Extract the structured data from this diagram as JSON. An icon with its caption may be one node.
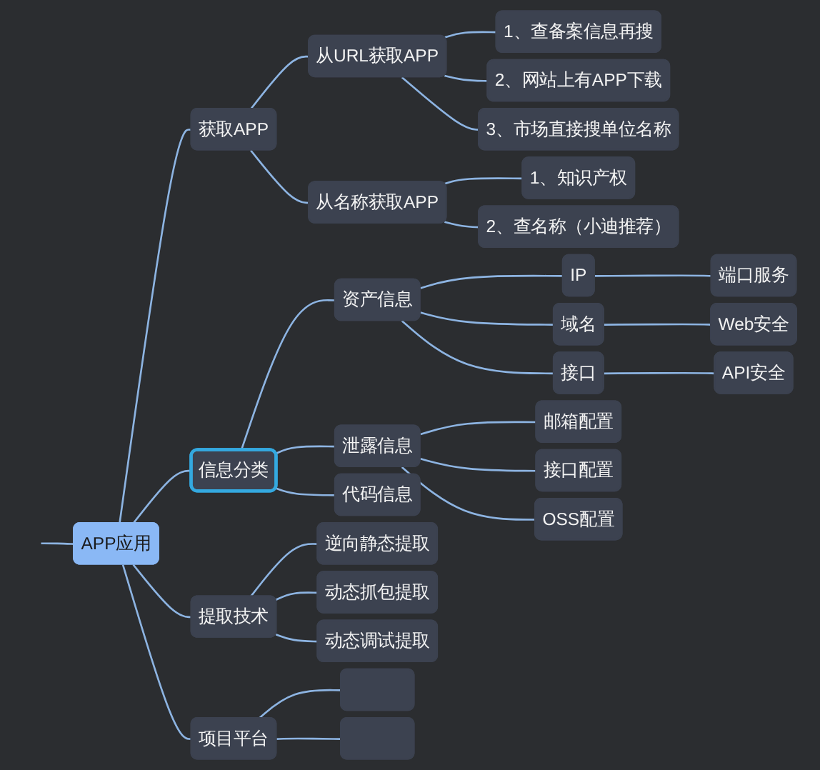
{
  "diagram": {
    "nodes": [
      {
        "text": [
          "APP应用"
        ]
      },
      {
        "text": [
          "获取APP"
        ]
      },
      {
        "text": [
          "从URL获取APP"
        ]
      },
      {
        "text": [
          "1、查备案信息再搜"
        ]
      },
      {
        "text": [
          "2、网站上有APP下载"
        ]
      },
      {
        "text": [
          "3、市场直接搜单位名称"
        ]
      },
      {
        "text": [
          "从名称获取APP"
        ]
      },
      {
        "text": [
          "1、知识产权"
        ]
      },
      {
        "text": [
          "2、查名称（小迪推荐）"
        ]
      },
      {
        "text": [
          "信息分类"
        ]
      },
      {
        "text": [
          "资产信息"
        ]
      },
      {
        "text": [
          "IP"
        ]
      },
      {
        "text": [
          "端口服务"
        ]
      },
      {
        "text": [
          "域名"
        ]
      },
      {
        "text": [
          "Web安全"
        ]
      },
      {
        "text": [
          "接口"
        ]
      },
      {
        "text": [
          "API安全"
        ]
      },
      {
        "text": [
          "泄露信息"
        ]
      },
      {
        "text": [
          "邮箱配置"
        ]
      },
      {
        "text": [
          "接口配置"
        ]
      },
      {
        "text": [
          "OSS配置"
        ]
      },
      {
        "text": [
          "代码信息"
        ]
      },
      {
        "text": [
          "提取技术"
        ]
      },
      {
        "text": [
          "逆向静态提取"
        ]
      },
      {
        "text": [
          "动态抓包提取"
        ]
      },
      {
        "text": [
          "动态调试提取"
        ]
      },
      {
        "text": [
          "项目平台"
        ]
      },
      {
        "text": [],
        "shape": "box"
      },
      {
        "text": [],
        "shape": "box"
      }
    ],
    "edges": [
      {
        "from": null,
        "to": 0,
        "arrow": "none"
      },
      {
        "from": 0,
        "to": 1,
        "arrow": "none"
      },
      {
        "from": 1,
        "to": 2,
        "arrow": "none"
      },
      {
        "from": 2,
        "to": 3,
        "arrow": "none"
      },
      {
        "from": 2,
        "to": 4,
        "arrow": "none"
      },
      {
        "from": 2,
        "to": 5,
        "arrow": "none"
      },
      {
        "from": 1,
        "to": 6,
        "arrow": "none"
      },
      {
        "from": 6,
        "to": 7,
        "arrow": "none"
      },
      {
        "from": 6,
        "to": 8,
        "arrow": "none"
      },
      {
        "from": 0,
        "to": 9,
        "arrow": "none"
      },
      {
        "from": 9,
        "to": 10,
        "arrow": "none"
      },
      {
        "from": 10,
        "to": 11,
        "arrow": "none"
      },
      {
        "from": 11,
        "to": 12,
        "arrow": "none"
      },
      {
        "from": 10,
        "to": 13,
        "arrow": "none"
      },
      {
        "from": 13,
        "to": 14,
        "arrow": "none"
      },
      {
        "from": 10,
        "to": 15,
        "arrow": "none"
      },
      {
        "from": 15,
        "to": 16,
        "arrow": "none"
      },
      {
        "from": 9,
        "to": 17,
        "arrow": "none"
      },
      {
        "from": 17,
        "to": 18,
        "arrow": "none"
      },
      {
        "from": 17,
        "to": 19,
        "arrow": "none"
      },
      {
        "from": 17,
        "to": 20,
        "arrow": "none"
      },
      {
        "from": 9,
        "to": 21,
        "arrow": "none"
      },
      {
        "from": 0,
        "to": 22,
        "arrow": "none"
      },
      {
        "from": 22,
        "to": 23,
        "arrow": "none"
      },
      {
        "from": 22,
        "to": 24,
        "arrow": "none"
      },
      {
        "from": 22,
        "to": 25,
        "arrow": "none"
      },
      {
        "from": 0,
        "to": 26,
        "arrow": "none"
      },
      {
        "from": 26,
        "to": 27,
        "arrow": "none"
      },
      {
        "from": 26,
        "to": 28,
        "arrow": "none"
      }
    ]
  }
}
